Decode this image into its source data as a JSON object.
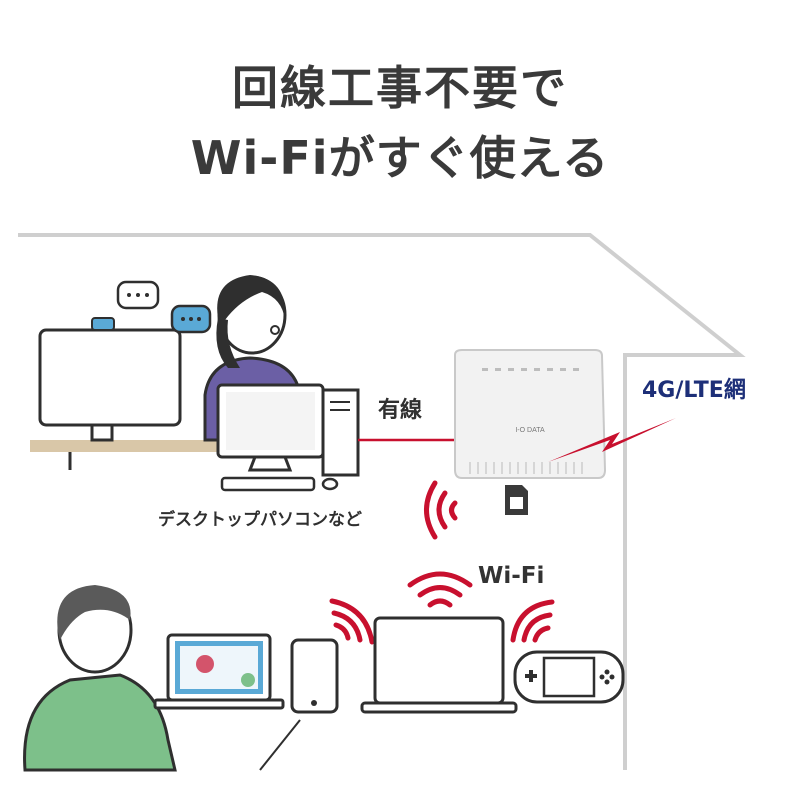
{
  "headline": {
    "line1": "回線工事不要で",
    "line2": "Wi-Fiがすぐ使える"
  },
  "labels": {
    "wired": "有線",
    "network": "4G/LTE網",
    "desktop": "デスクトップパソコンなど",
    "wifi": "Wi-Fi"
  },
  "router": {
    "brand": "I-O DATA"
  },
  "colors": {
    "text": "#3a3a3a",
    "network_text": "#1d2f78",
    "signal_red": "#c8102e",
    "house_line": "#cfcfcf",
    "shirt_purple": "#6b5fa5",
    "shirt_green": "#7dc08a",
    "bubble_blue": "#5aa9d6"
  }
}
